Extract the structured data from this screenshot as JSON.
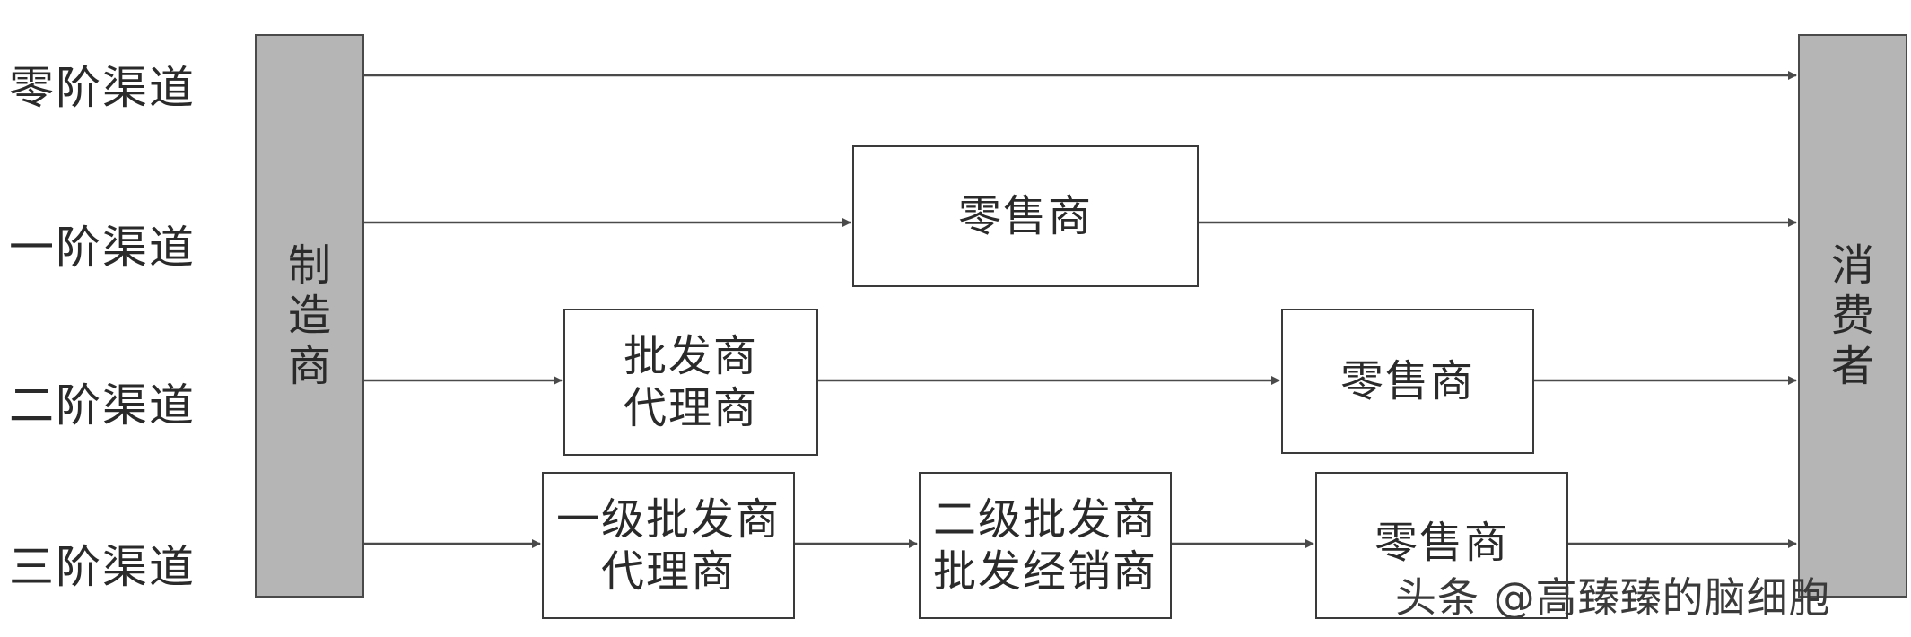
{
  "rows": [
    {
      "label": "零阶渠道"
    },
    {
      "label": "一阶渠道"
    },
    {
      "label": "二阶渠道"
    },
    {
      "label": "三阶渠道"
    }
  ],
  "manufacturer": [
    "制",
    "造",
    "商"
  ],
  "consumer": [
    "消",
    "费",
    "者"
  ],
  "nodes": {
    "r1_retailer": [
      "零售商"
    ],
    "r2_wholesale": [
      "批发商",
      "代理商"
    ],
    "r2_retailer": [
      "零售商"
    ],
    "r3_first": [
      "一级批发商",
      "代理商"
    ],
    "r3_second": [
      "二级批发商",
      "批发经销商"
    ],
    "r3_retailer": [
      "零售商"
    ]
  },
  "watermark": "头条 @高臻臻的脑细胞"
}
